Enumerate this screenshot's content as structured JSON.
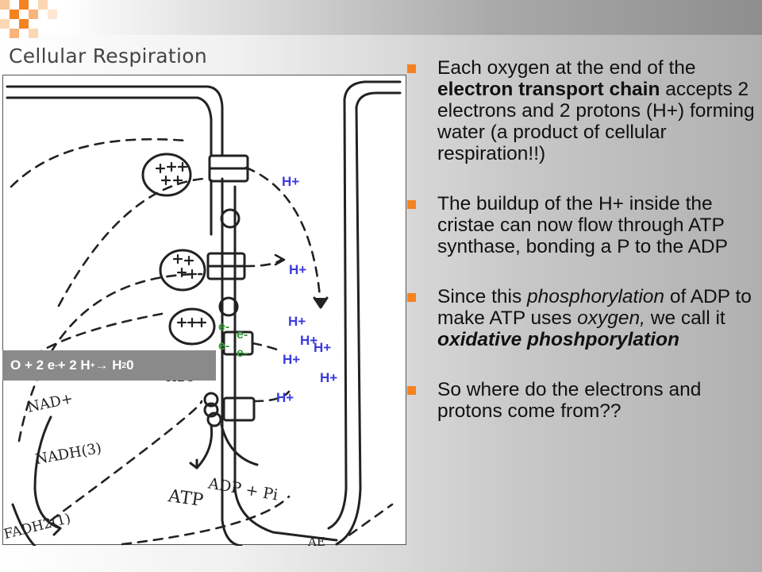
{
  "slide": {
    "title": "Cellular Respiration",
    "accent_color": "#f58220"
  },
  "equation": {
    "text_o": "O + 2 e",
    "sup_minus": "-",
    "text_plus": " + 2 H",
    "sup_plus": "+",
    "arrow": " → H",
    "sub_2": "2",
    "text_end": "0"
  },
  "diagram": {
    "proton_label": "H+",
    "electron_label": "e-",
    "handwritten": {
      "nad_plus": "NAD+",
      "nadh": "NADH(3)",
      "atp": "ATP",
      "adp_pi": "ADP + Pi",
      "h2o": "H2O",
      "fadh2": "FADH2(1)",
      "ae": "AE"
    }
  },
  "bullets": [
    {
      "segments": [
        {
          "text": "Each oxygen at the end of the ",
          "style": "normal"
        },
        {
          "text": "electron transport chain",
          "style": "bold"
        },
        {
          "text": " accepts 2 electrons and 2 protons (H+) forming water (a product of cellular respiration!!)",
          "style": "normal"
        }
      ]
    },
    {
      "segments": [
        {
          "text": "The buildup of the H+ inside the cristae can now flow through ATP synthase, bonding a P to the ADP",
          "style": "normal"
        }
      ]
    },
    {
      "segments": [
        {
          "text": "Since this ",
          "style": "normal"
        },
        {
          "text": "phosphorylation",
          "style": "italic"
        },
        {
          "text": " of ADP to make ATP uses ",
          "style": "normal"
        },
        {
          "text": "oxygen,",
          "style": "italic"
        },
        {
          "text": " we call it ",
          "style": "normal"
        },
        {
          "text": "oxidative phoshporylation",
          "style": "bold-italic"
        }
      ]
    },
    {
      "segments": [
        {
          "text": "So where do the electrons and protons come from??",
          "style": "normal"
        }
      ]
    }
  ]
}
